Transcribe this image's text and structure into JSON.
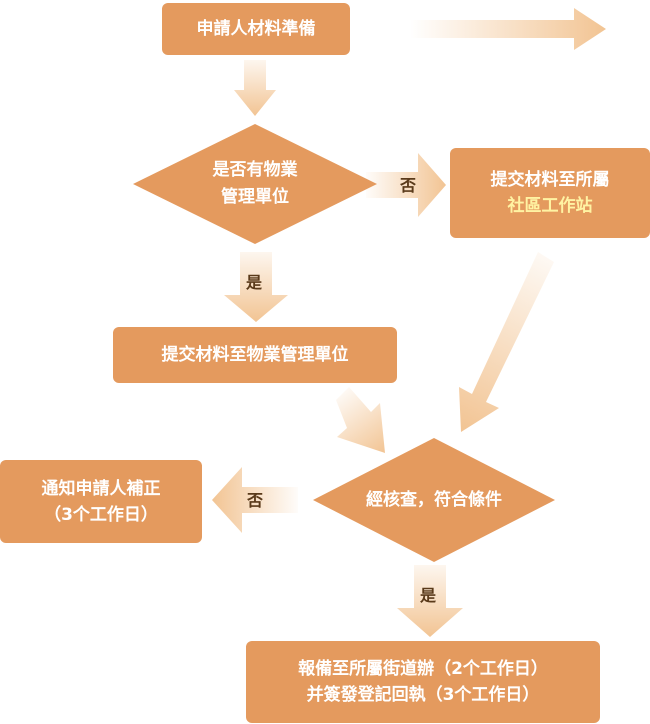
{
  "colors": {
    "box": "#e49a5e",
    "arrow": "#f2c493",
    "text": "#ffffff",
    "highlight": "#fff3a3",
    "label": "#5a3a1a"
  },
  "nodes": {
    "prepare": "申請人材料準備",
    "decision_management": [
      "是否有物業",
      "管理單位"
    ],
    "submit_station": {
      "line1": "提交材料至所屬",
      "line2": "社區工作站"
    },
    "submit_management": "提交材料至物業管理單位",
    "review": "經核查，符合條件",
    "notify": [
      "通知申請人補正",
      "（3个工作日）"
    ],
    "report": [
      "報備至所屬街道辦（2个工作日）",
      "并簽發登記回執（3个工作日）"
    ]
  },
  "labels": {
    "no_top": "否",
    "yes_mid": "是",
    "no_left": "否",
    "yes_bottom": "是"
  }
}
